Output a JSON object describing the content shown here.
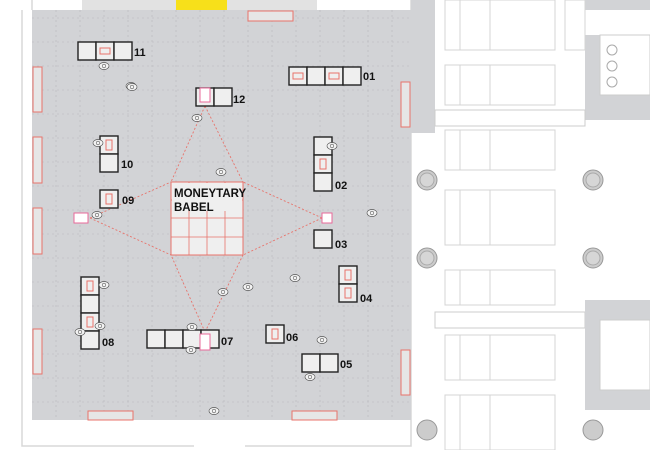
{
  "installation": {
    "title_line1": "MONEYTARY",
    "title_line2": "BABEL"
  },
  "stations": [
    {
      "id": "01"
    },
    {
      "id": "02"
    },
    {
      "id": "03"
    },
    {
      "id": "04"
    },
    {
      "id": "05"
    },
    {
      "id": "06"
    },
    {
      "id": "07"
    },
    {
      "id": "08"
    },
    {
      "id": "09"
    },
    {
      "id": "10"
    },
    {
      "id": "11"
    },
    {
      "id": "12"
    }
  ],
  "colors": {
    "floor": "#d2d3d6",
    "accent": "#e8736b",
    "entrance": "#f7e01a",
    "projector": "#e86a9a"
  },
  "icons": [
    "person-icon",
    "projector-icon",
    "column-icon"
  ]
}
